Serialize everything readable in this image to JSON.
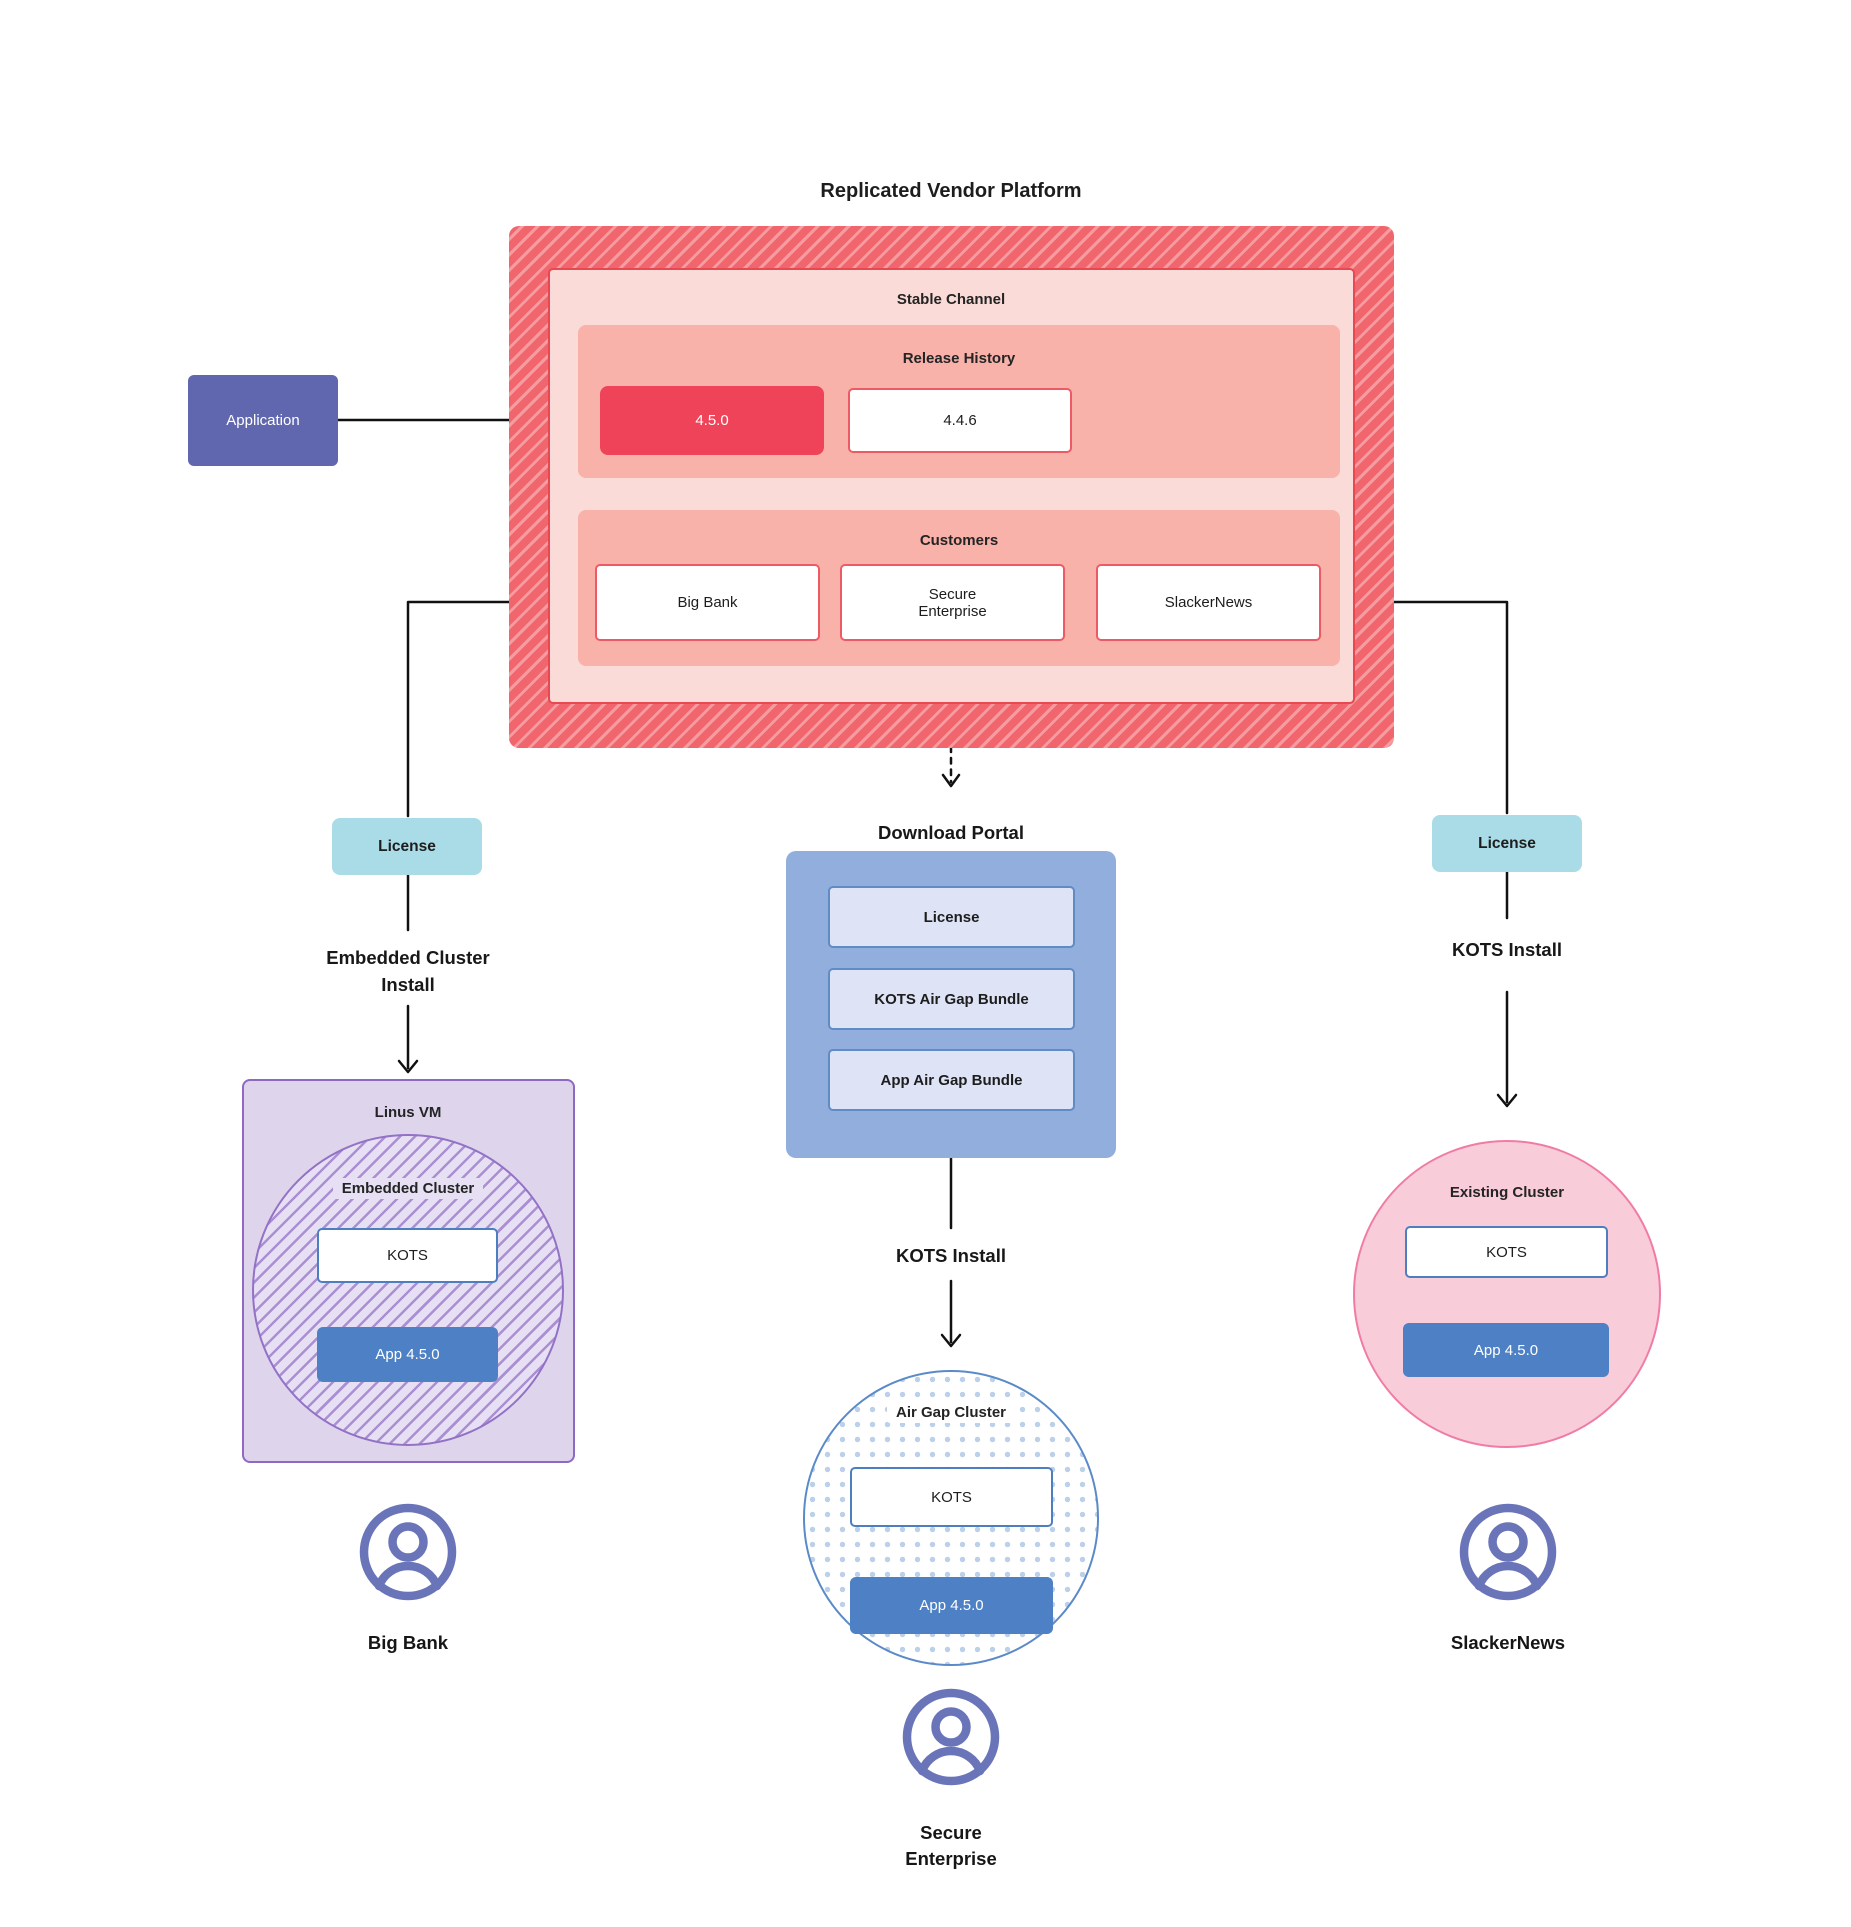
{
  "title": "Replicated Vendor Platform",
  "colors": {
    "platform_red": "#ee4358",
    "platform_hatch": "#f1666d",
    "salmon": "#f8b2aa",
    "light_pink": "#fadbd7",
    "license_teal": "#a9dce7",
    "portal_blue": "#91aedd",
    "portal_item": "#dee4f6",
    "app_blue": "#4d80c4",
    "vm_purple": "#ded5ed",
    "pink_circle": "#f8ccd9",
    "application_indigo": "#6167ae",
    "user_icon": "#6a74b8"
  },
  "platform": {
    "stable_channel_label": "Stable Channel",
    "release_history_label": "Release History",
    "releases": [
      {
        "version": "4.5.0"
      },
      {
        "version": "4.4.6"
      }
    ],
    "customers_label": "Customers",
    "customers": [
      {
        "name": "Big Bank"
      },
      {
        "name": "Secure Enterprise"
      },
      {
        "name": "SlackerNews"
      }
    ]
  },
  "application_label": "Application",
  "left_flow": {
    "license_label": "License",
    "install_label": "Embedded Cluster Install",
    "vm_label": "Linus VM",
    "cluster_label": "Embedded Cluster",
    "kots_label": "KOTS",
    "app_label": "App 4.5.0",
    "user_label": "Big Bank"
  },
  "middle_flow": {
    "portal_title": "Download  Portal",
    "portal_items": [
      "License",
      "KOTS Air Gap Bundle",
      "App Air Gap Bundle"
    ],
    "install_label": "KOTS Install",
    "cluster_label": "Air Gap Cluster",
    "kots_label": "KOTS",
    "app_label": "App 4.5.0",
    "user_label": "Secure Enterprise"
  },
  "right_flow": {
    "license_label": "License",
    "install_label": "KOTS Install",
    "cluster_label": "Existing Cluster",
    "kots_label": "KOTS",
    "app_label": "App 4.5.0",
    "user_label": "SlackerNews"
  }
}
